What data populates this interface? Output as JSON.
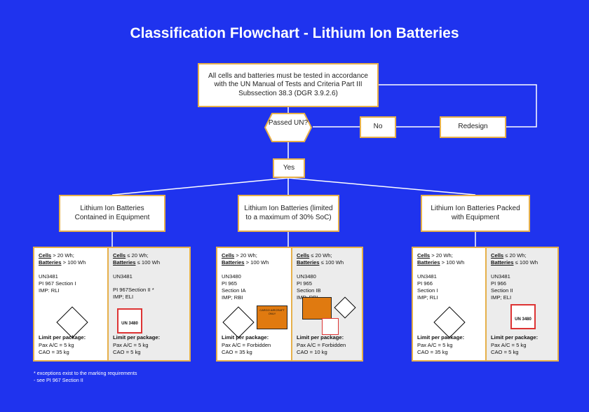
{
  "title": "Classification Flowchart - Lithium Ion Batteries",
  "top_box": "All cells and batteries must be tested in accordance with the UN Manual of Tests and Criteria Part III Subssection 38.3 (DGR 3.9.2.6)",
  "decision": "Passed UN?",
  "no": "No",
  "redesign": "Redesign",
  "yes": "Yes",
  "branches": [
    {
      "label": "Lithium Ion Batteries Contained in Equipment"
    },
    {
      "label": "Lithium Ion Batteries (limited to a maximum of 30% SoC)"
    },
    {
      "label": "Lithium Ion Batteries Packed with Equipment"
    }
  ],
  "panels": [
    {
      "left": {
        "cells": "Cells",
        "cells_cond": " > 20 Wh;",
        "batteries": "Batteries",
        "batt_cond": " > 100 Wh",
        "un": "UN3481",
        "pi": "PI 967 Section I",
        "pi2": "",
        "imp": "IMP: RLI",
        "limit_title": "Limit per package:",
        "pax": "Pax A/C = 5 kg",
        "cao": "CAO = 35 kg"
      },
      "right": {
        "cells": "Cells",
        "cells_cond": " ≤ 20 Wh;",
        "batteries": "Batteries",
        "batt_cond": " ≤ 100 Wh",
        "un": "UN3481",
        "pi": "",
        "pi2": "PI 967Section II *",
        "imp": "IMP; ELI",
        "limit_title": "Limit per package:",
        "pax": "Pax A/C = 5 kg",
        "cao": "CAO = 5 kg"
      }
    },
    {
      "left": {
        "cells": "Cells",
        "cells_cond": " > 20 Wh;",
        "batteries": "Batteries",
        "batt_cond": " > 100 Wh",
        "un": "UN3480",
        "pi": "PI 965",
        "pi2": "Section IA",
        "imp": "IMP; RBI",
        "limit_title": "Limit per package:",
        "pax": "Pax A/C = Forbidden",
        "cao": "CAO = 35 kg"
      },
      "right": {
        "cells": "Cells",
        "cells_cond": "  ≤ 20 Wh;",
        "batteries": "Batteries",
        "batt_cond": " ≤ 100 Wh",
        "un": "UN3480",
        "pi": "PI 965",
        "pi2": "Section IB",
        "imp": "IMP; RBI",
        "limit_title": "Limit per package:",
        "pax": "Pax A/C = Forbidden",
        "cao": "CAO = 10 kg"
      }
    },
    {
      "left": {
        "cells": "Cells",
        "cells_cond": " > 20 Wh;",
        "batteries": "Batteries",
        "batt_cond": " > 100 Wh",
        "un": "UN3481",
        "pi": "PI 966",
        "pi2": "Section I",
        "imp": "IMP; RLI",
        "limit_title": "Limit per package:",
        "pax": "Pax A/C = 5 kg",
        "cao": "CAO = 35 kg"
      },
      "right": {
        "cells": "Cells",
        "cells_cond": " ≤ 20 Wh;",
        "batteries": "Batteries",
        "batt_cond": " ≤ 100 Wh",
        "un": "UN3481",
        "pi": "PI 966",
        "pi2": "Section II",
        "imp": "IMP; ELI",
        "limit_title": "Limit per package:",
        "pax": "Pax A/C = 5 kg",
        "cao": "CAO = 5 kg"
      }
    }
  ],
  "labels": {
    "un3480": "UN 3480",
    "cargo": "CARGO AIRCRAFT ONLY"
  },
  "footnote": [
    "* exceptions exist to the marking requirements",
    "- see PI 967 Section II"
  ]
}
